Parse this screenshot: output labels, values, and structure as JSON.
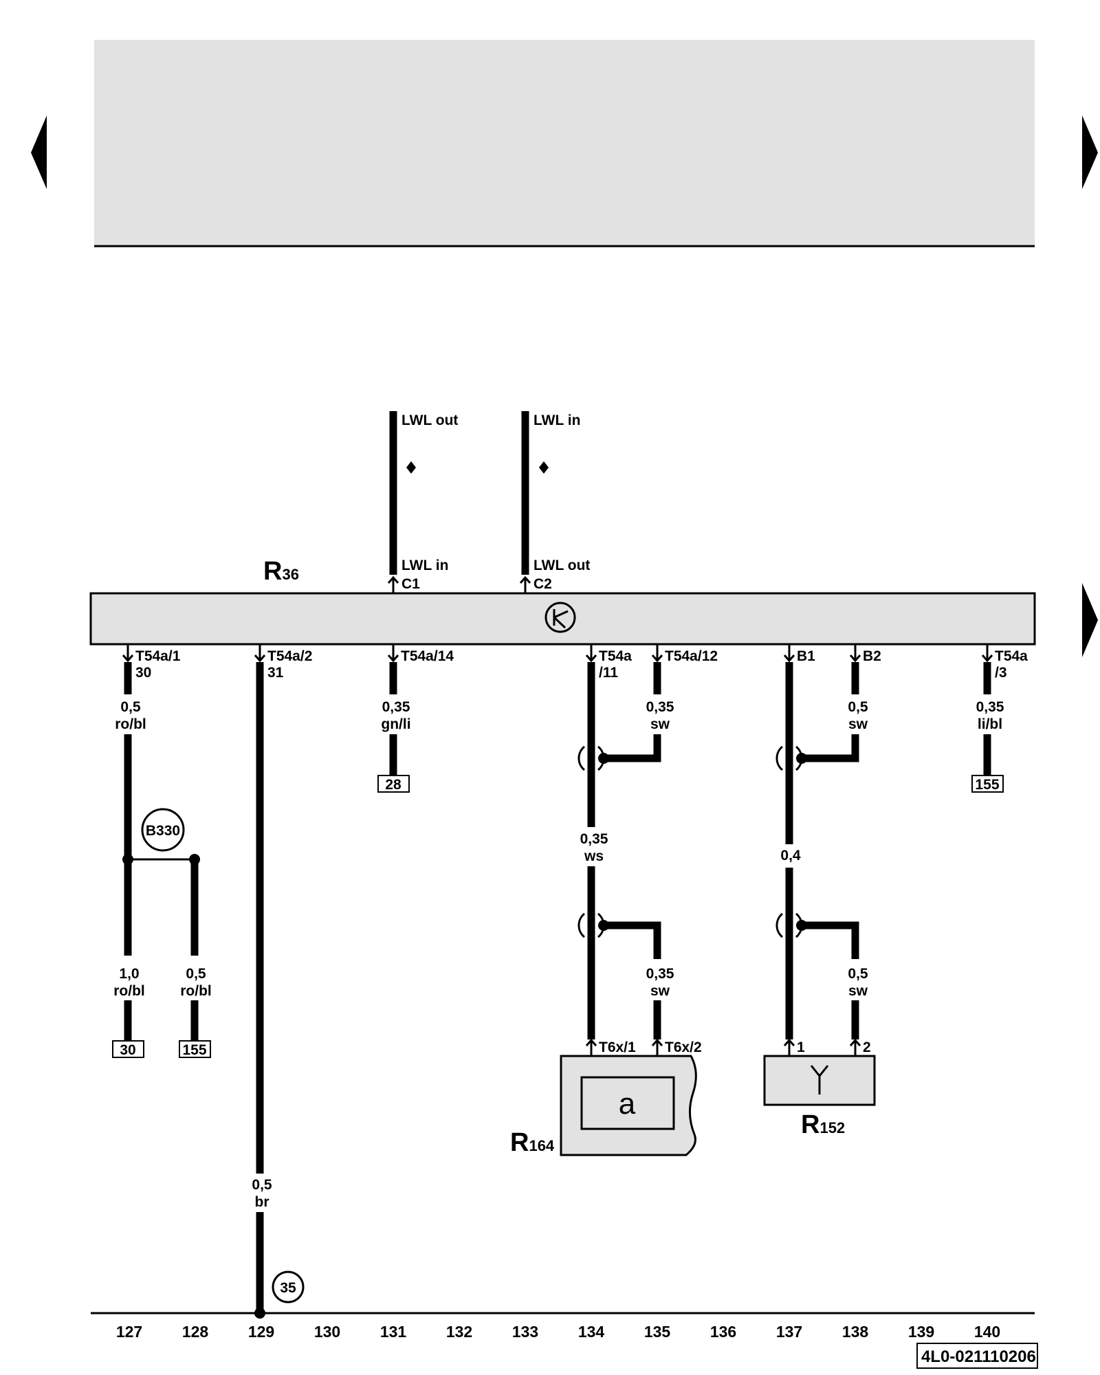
{
  "components": {
    "r36": {
      "letter": "R",
      "sub": "36"
    },
    "r164": {
      "letter": "R",
      "sub": "164",
      "symbol": "a"
    },
    "r152": {
      "letter": "R",
      "sub": "152"
    }
  },
  "optical": {
    "c1_top": "LWL out",
    "c1_bottom": "LWL in",
    "c1_pin": "C1",
    "c2_top": "LWL in",
    "c2_bottom": "LWL out",
    "c2_pin": "C2"
  },
  "pins": {
    "p1": [
      "T54a/1",
      "30"
    ],
    "p2": [
      "T54a/2",
      "31"
    ],
    "p14": [
      "T54a/14"
    ],
    "p11": [
      "T54a",
      "/11"
    ],
    "p12": [
      "T54a/12"
    ],
    "b1": [
      "B1"
    ],
    "b2": [
      "B2"
    ],
    "p3": [
      "T54a",
      "/3"
    ],
    "t6x1": [
      "T6x/1"
    ],
    "t6x2": [
      "T6x/2"
    ],
    "r152_1": [
      "1"
    ],
    "r152_2": [
      "2"
    ]
  },
  "wires": {
    "w1": [
      "0,5",
      "ro/bl"
    ],
    "w2": [
      "0,5",
      "br"
    ],
    "w14": [
      "0,35",
      "gn/li"
    ],
    "w11": [
      "0,35",
      "ws"
    ],
    "w12": [
      "0,35",
      "sw"
    ],
    "wb1": [
      "0,4"
    ],
    "wb2": [
      "0,5",
      "sw"
    ],
    "w3": [
      "0,35",
      "li/bl"
    ],
    "w30": [
      "1,0",
      "ro/bl"
    ],
    "w155": [
      "0,5",
      "ro/bl"
    ],
    "w164_2": [
      "0,35",
      "sw"
    ],
    "w152_2": [
      "0,5",
      "sw"
    ]
  },
  "refs": {
    "r28": "28",
    "r155a": "155",
    "r30": "30",
    "r155b": "155"
  },
  "nodes": {
    "b330": "B330",
    "g35": "35"
  },
  "columns": [
    "127",
    "128",
    "129",
    "130",
    "131",
    "132",
    "133",
    "134",
    "135",
    "136",
    "137",
    "138",
    "139",
    "140"
  ],
  "doc_id": "4L0-021110206"
}
